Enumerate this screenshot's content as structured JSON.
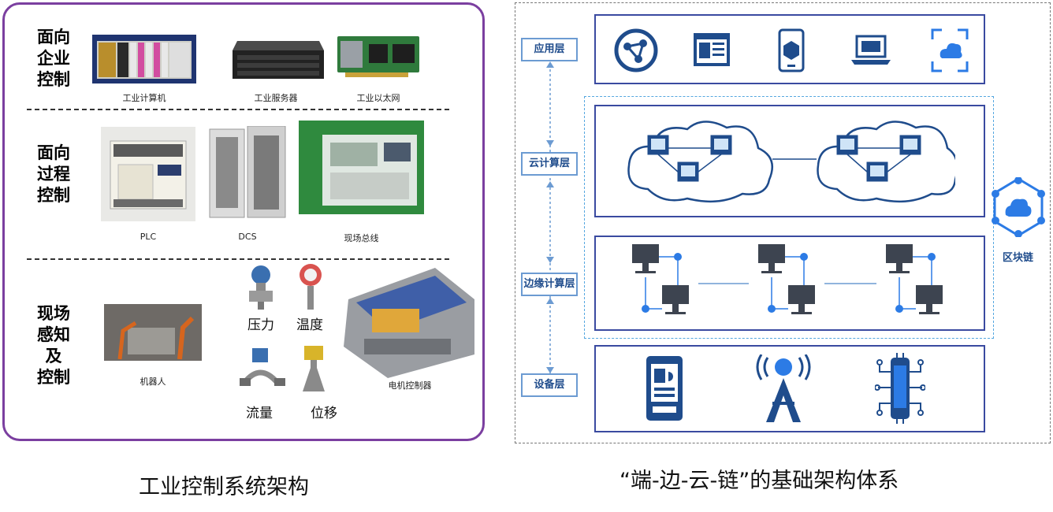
{
  "left": {
    "rows": [
      {
        "title": "面向\n企业\n控制",
        "items": [
          "工业计算机",
          "工业服务器",
          "工业以太网"
        ]
      },
      {
        "title": "面向\n过程\n控制",
        "items": [
          "PLC",
          "DCS",
          "现场总线"
        ]
      },
      {
        "title": "现场\n感知\n及\n控制",
        "items": [
          "机器人",
          "压力",
          "温度",
          "流量",
          "位移",
          "电机控制器"
        ]
      }
    ],
    "caption": "工业控制系统架构"
  },
  "right": {
    "layers": [
      "应用层",
      "云计算层",
      "边缘计算层",
      "设备层"
    ],
    "chain_label": "区块链",
    "caption": "“端-边-云-链”的基础架构体系"
  },
  "colors": {
    "panel_border": "#7b3fa0",
    "layer_border": "#3a4aa0",
    "icon_blue": "#1f4c8c",
    "accent_blue": "#2c7be5"
  },
  "icons": [
    "network-globe-icon",
    "browser-window-icon",
    "mobile-cube-icon",
    "laptop-icon",
    "cloud-frame-icon",
    "server-cloud-icon",
    "desktop-monitor-icon",
    "tablet-chart-icon",
    "signal-tower-icon",
    "chip-phone-icon",
    "blockchain-cloud-icon"
  ]
}
